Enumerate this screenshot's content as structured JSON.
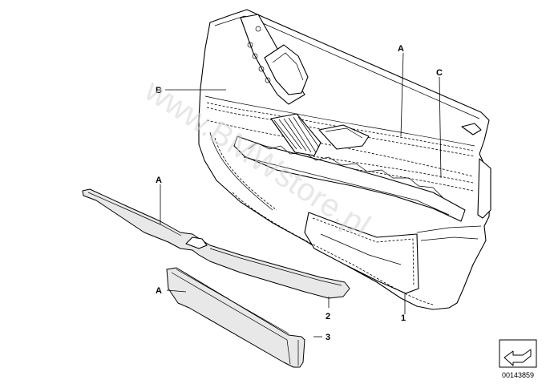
{
  "callouts": {
    "a_main": "A",
    "b": "B",
    "c": "C",
    "a_trim": "A",
    "a_cover": "A",
    "n2": "2",
    "n3": "3",
    "n1": "1"
  },
  "watermark": "www.BMWstore.pl",
  "catalog_number": "00143859",
  "colors": {
    "line": "#000000",
    "trim_fill": "#e8e8e8",
    "background": "#ffffff"
  }
}
